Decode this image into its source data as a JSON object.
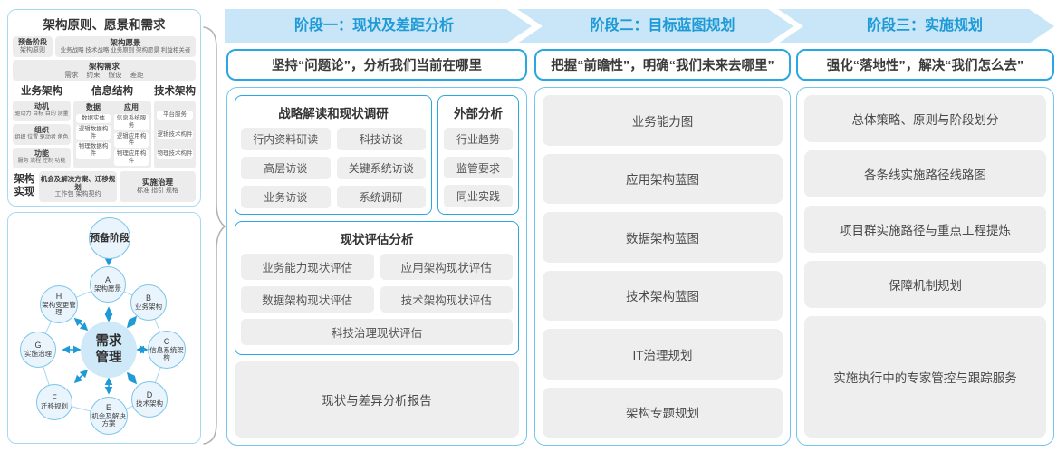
{
  "colors": {
    "ribbon_fill": "#c8e6f7",
    "phase_text": "#1e9ad6",
    "accent_border": "#29a7e0",
    "panel_border": "#74c6ed",
    "gray_box": "#eeeeee",
    "arrow_blue": "#1e9ad6",
    "brace_gray": "#b0b0b0"
  },
  "left_top": {
    "title": "架构原则、愿景和需求",
    "prep": {
      "title": "预备阶段",
      "sub": "架构原则"
    },
    "vision": {
      "title": "架构愿景",
      "sub": "业务战略 技术战略 业务原则 架构愿景 利益相关者"
    },
    "requirements": {
      "title": "架构需求",
      "sub": "需求 约束 假设 差距"
    },
    "business": {
      "title": "业务架构",
      "items": [
        {
          "t": "动机",
          "s": "驱动力 目标 目的 测量"
        },
        {
          "t": "组织",
          "s": "组织 位置 驱动者 角色"
        },
        {
          "t": "功能",
          "s": "服务 流程 控制 功能"
        }
      ]
    },
    "information": {
      "title": "信息结构",
      "data": {
        "t": "数据",
        "items": [
          "数据实体",
          "逻辑数据构件",
          "物理数据构件"
        ]
      },
      "app": {
        "t": "应用",
        "items": [
          "信息系统服务",
          "逻辑应用构件",
          "物理应用构件"
        ]
      }
    },
    "technology": {
      "title": "技术架构",
      "items": [
        "平台服务",
        "逻辑技术构件",
        "物理技术构件"
      ]
    },
    "realization": {
      "title": "架构实现",
      "box1": {
        "t": "机会及解决方案、迁移规划",
        "s": "工作包 架构契约"
      },
      "box2": {
        "t": "实施治理",
        "s": "标准 指引 规格"
      }
    }
  },
  "adm": {
    "prep": "预备阶段",
    "center": "需求管理",
    "nodes": [
      {
        "letter": "A",
        "label": "架构愿景"
      },
      {
        "letter": "B",
        "label": "业务架构"
      },
      {
        "letter": "C",
        "label": "信息系统架构"
      },
      {
        "letter": "D",
        "label": "技术架构"
      },
      {
        "letter": "E",
        "label": "机会及解决方案"
      },
      {
        "letter": "F",
        "label": "迁移规划"
      },
      {
        "letter": "G",
        "label": "实施治理"
      },
      {
        "letter": "H",
        "label": "架构变更管理"
      }
    ]
  },
  "phases": [
    {
      "header": "阶段一：现状及差距分析",
      "slogan": "坚持“问题论”，分析我们当前在哪里"
    },
    {
      "header": "阶段二：目标蓝图规划",
      "slogan": "把握“前瞻性”，明确“我们未来去哪里”",
      "items": [
        "业务能力图",
        "应用架构蓝图",
        "数据架构蓝图",
        "技术架构蓝图",
        "IT治理规划",
        "架构专题规划"
      ]
    },
    {
      "header": "阶段三：实施规划",
      "slogan": "强化“落地性”，解决“我们怎么去”",
      "items": [
        "总体策略、原则与阶段划分",
        "各条线实施路径线路图",
        "项目群实施路径与重点工程提炼",
        "保障机制规划",
        "实施执行中的专家管控与跟踪服务"
      ]
    }
  ],
  "phase1": {
    "research": {
      "title": "战略解读和现状调研",
      "items": [
        "行内资料研读",
        "科技访谈",
        "高层访谈",
        "关键系统访谈",
        "业务访谈",
        "系统调研"
      ]
    },
    "external": {
      "title": "外部分析",
      "items": [
        "行业趋势",
        "监管要求",
        "同业实践"
      ]
    },
    "assessment": {
      "title": "现状评估分析",
      "items": [
        "业务能力现状评估",
        "应用架构现状评估",
        "数据架构现状评估",
        "技术架构现状评估",
        "科技治理现状评估"
      ]
    },
    "report": "现状与差异分析报告"
  }
}
